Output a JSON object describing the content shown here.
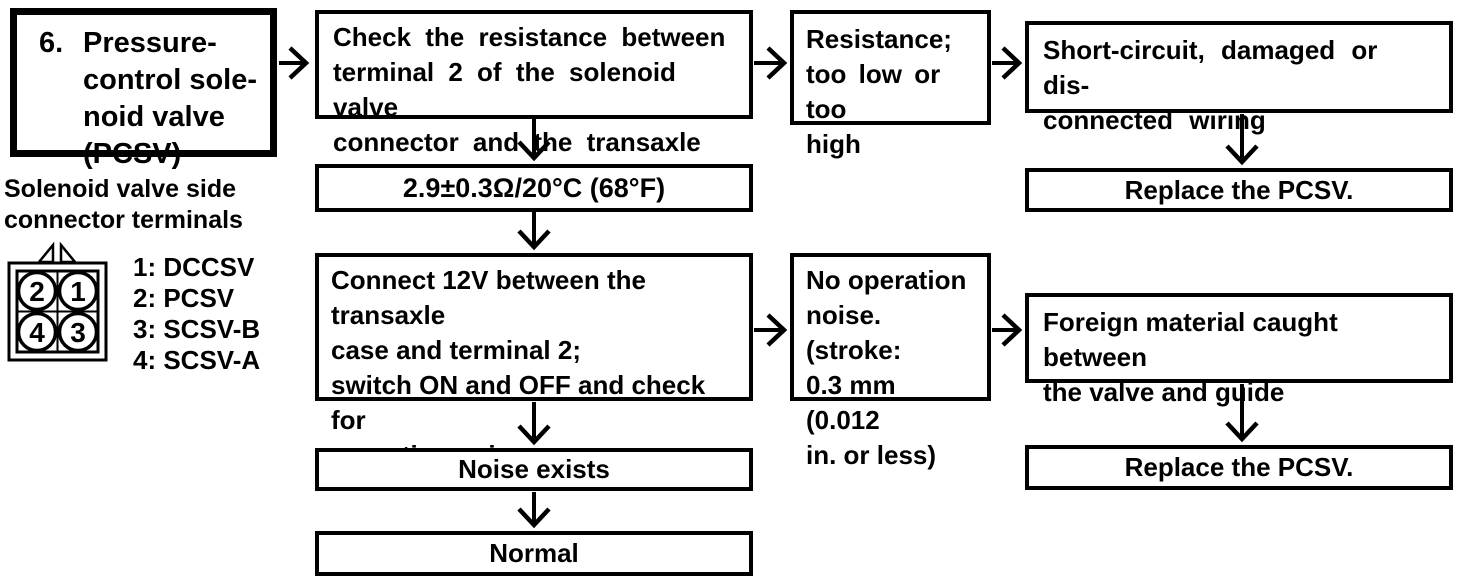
{
  "step": {
    "number": "6.",
    "title": "Pressure-\ncontrol sole-\nnoid valve\n(PCSV)"
  },
  "connector": {
    "caption": "Solenoid valve side\nconnector terminals",
    "terminals": [
      "2",
      "1",
      "4",
      "3"
    ],
    "legend": [
      "1: DCCSV",
      "2: PCSV",
      "3: SCSV-B",
      "4: SCSV-A"
    ]
  },
  "flow": {
    "check_resistance": "Check the resistance between\nterminal 2 of the solenoid valve\nconnector and the transaxle case.",
    "resistance_spec": "2.9±0.3Ω/20°C (68°F)",
    "connect_12v": "Connect 12V between the transaxle\ncase and terminal 2;\nswitch ON and OFF and check for\noperation noise.",
    "noise_exists": "Noise exists",
    "normal": "Normal",
    "resistance_abnormal": "Resistance;\ntoo low or too\nhigh",
    "no_operation_noise": "No operation\nnoise. (stroke:\n0.3 mm (0.012\nin. or less)",
    "wiring_fault": "Short-circuit, damaged or dis-\nconnected wiring",
    "replace_pcsv_top": "Replace the PCSV.",
    "foreign_material": "Foreign material caught between\nthe valve and guide",
    "replace_pcsv_bottom": "Replace the PCSV."
  },
  "colors": {
    "ink": "#000000",
    "paper": "#ffffff"
  }
}
